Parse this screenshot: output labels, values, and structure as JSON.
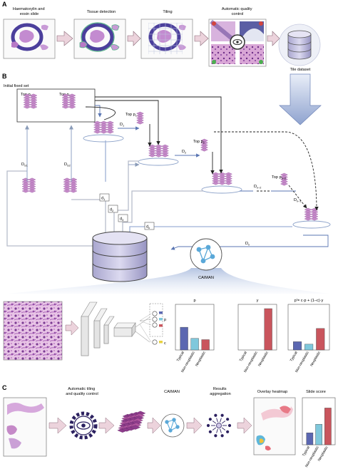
{
  "panel_a": {
    "letter": "A",
    "step1": [
      "Haematoxylin and",
      "eosin slide"
    ],
    "step2": "Tissue detection",
    "step3": "Tiling",
    "step4": [
      "Automatic quality",
      "control"
    ],
    "dataset": "Tile dataset"
  },
  "panel_b": {
    "letter": "B",
    "initial_set": "Initial fixed set",
    "top_ps1": [
      "Top p",
      "S1"
    ],
    "top_ps2": [
      "Top p",
      "S2"
    ],
    "ds1": [
      "D",
      "S1"
    ],
    "ds2": [
      "D",
      "S2"
    ],
    "d1": [
      "D",
      "1"
    ],
    "top_p1": [
      "Top p",
      "1"
    ],
    "d2": [
      "D",
      "2"
    ],
    "top_p2": [
      "Top p",
      "2"
    ],
    "dn2": [
      "D",
      "n–2"
    ],
    "top_pn2": [
      "Top p",
      "n–2"
    ],
    "dn1": [
      "D",
      "n–1"
    ],
    "dn": [
      "D",
      "n"
    ],
    "box_d1": [
      "d",
      "1"
    ],
    "box_d2": [
      "d",
      "2"
    ],
    "box_d3": [
      "d",
      "3"
    ],
    "box_dn": [
      "d",
      "n"
    ],
    "caiman": "CAIMAN",
    "chart_titles": [
      "p",
      "y",
      "p′= c·p + (1–c)·y"
    ],
    "out_p": "p",
    "out_c": "c"
  },
  "panel_c": {
    "letter": "C",
    "step1": [
      "Automatic tiling",
      "and quality control"
    ],
    "step2": "CAIMAN",
    "step3": [
      "Results",
      "aggregation"
    ],
    "step4": "Overlay heatmap",
    "slide_score": "Slide score"
  },
  "colors": {
    "typical": "#5b67b1",
    "non_neoplastic": "#7fc8dc",
    "neoplastic": "#c9555d",
    "tissue": "#c58ac8",
    "arrow_fill": "#ecd3dc",
    "db_fill": "#c9c7e0",
    "blue_line": "#6f8cc4"
  },
  "chart_data": [
    {
      "type": "bar",
      "title": "p",
      "categories": [
        "Typical",
        "Non-neoplastic",
        "Neoplastic"
      ],
      "values": [
        0.55,
        0.28,
        0.25
      ],
      "ylim": [
        0,
        1
      ]
    },
    {
      "type": "bar",
      "title": "y",
      "categories": [
        "Typical",
        "Non-neoplastic",
        "Neoplastic"
      ],
      "values": [
        0,
        0,
        1
      ],
      "ylim": [
        0,
        1
      ]
    },
    {
      "type": "bar",
      "title": "p′= c·p + (1–c)·y",
      "categories": [
        "Typical",
        "Non-neoplastic",
        "Neoplastic"
      ],
      "values": [
        0.2,
        0.14,
        0.52
      ],
      "ylim": [
        0,
        1
      ]
    },
    {
      "type": "bar",
      "title": "Slide score",
      "categories": [
        "Typical",
        "Non-neoplastic",
        "Neoplastic"
      ],
      "values": [
        0.28,
        0.48,
        0.86
      ],
      "ylim": [
        0,
        1
      ]
    }
  ]
}
